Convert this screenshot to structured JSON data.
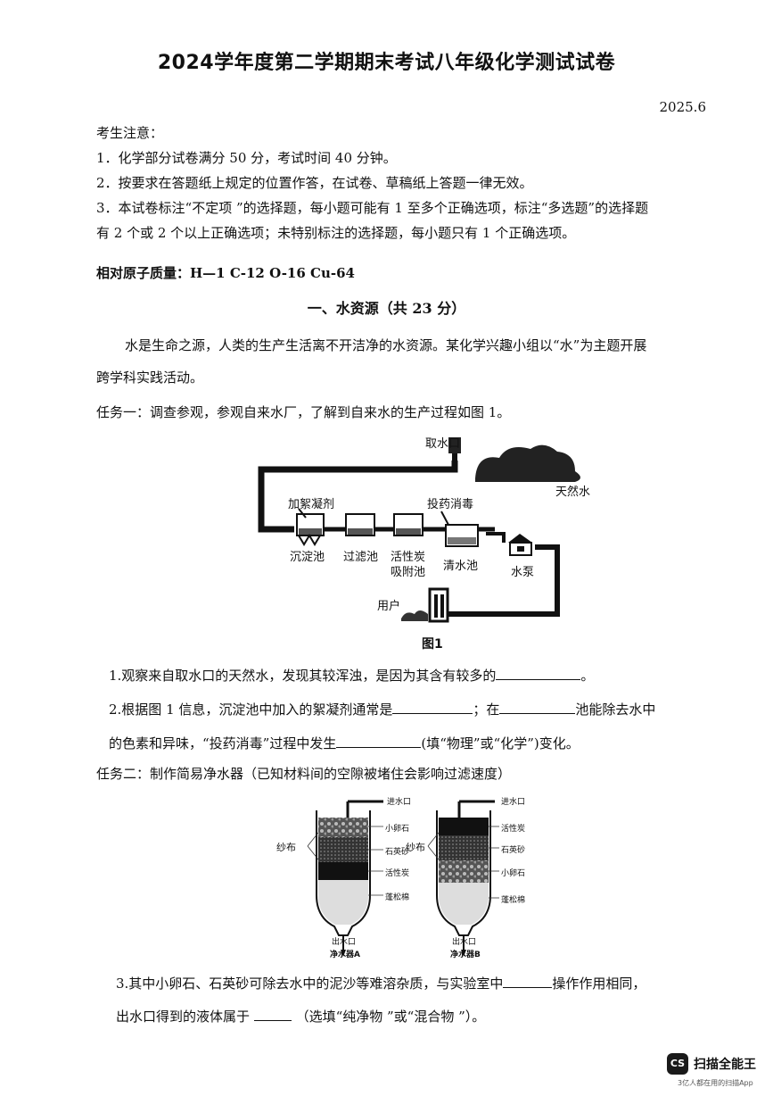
{
  "title": "2024学年度第二学期期末考试八年级化学测试试卷",
  "date": "2025.6",
  "notice": {
    "heading": "考生注意：",
    "items": [
      "1．化学部分试卷满分 50 分，考试时间 40 分钟。",
      "2．按要求在答题纸上规定的位置作答，在试卷、草稿纸上答题一律无效。",
      "3．本试卷标注“不定项 ”的选择题，每小题可能有 1 至多个正确选项，标注“多选题”的选择题",
      "有 2 个或 2 个以上正确选项；未特别标注的选择题，每小题只有  1  个正确选项。"
    ]
  },
  "atomic_mass": "相对原子质量：H—1    C-12     O-16   Cu-64",
  "section1": "一、水资源（共 23 分）",
  "intro": [
    "水是生命之源，人类的生产生活离不开洁净的水资源。某化学兴趣小组以“水”为主题开展",
    "跨学科实践活动。"
  ],
  "task1": "任务一：调查参观，参观自来水厂，了解到自来水的生产过程如图 1。",
  "fig1": {
    "caption": "图1",
    "labels": {
      "intake": "取水口",
      "natural_water": "天然水",
      "coagulant": "加絮凝剂",
      "disinfect": "投药消毒",
      "sediment": "沉淀池",
      "filter": "过滤池",
      "carbon1": "活性炭",
      "carbon2": "吸附池",
      "clear": "清水池",
      "pump": "水泵",
      "user": "用户"
    }
  },
  "q1": {
    "text": "1.观察来自取水口的天然水，发现其较浑浊，是因为其含有较多的",
    "end": "。"
  },
  "q2": {
    "part1": "2.根据图 1 信息，沉淀池中加入的絮凝剂通常是",
    "part2": "；在",
    "part3": "池能除去水中",
    "part4": "的色素和异味，“投药消毒”过程中发生",
    "part5": "(填“物理”或“化学”)变化。"
  },
  "task2": "任务二：制作简易净水器（已知材料间的空隙被堵住会影响过滤速度）",
  "fig2": {
    "left": {
      "inlet": "进水口",
      "cloth": "纱布",
      "layers": [
        "小卵石",
        "石英砂",
        "活性炭",
        "蓬松棉"
      ],
      "outlet": "出水口",
      "name": "净水器A"
    },
    "right": {
      "inlet": "进水口",
      "cloth": "纱布",
      "layers": [
        "活性炭",
        "石英砂",
        "小卵石",
        "蓬松棉"
      ],
      "outlet": "出水口",
      "name": "净水器B"
    }
  },
  "q3": {
    "part1": "3.其中小卵石、石英砂可除去水中的泥沙等难溶杂质，与实验室中",
    "part2": "操作作用相同，",
    "part3": "出水口得到的液体属于",
    "part4": "（选填“纯净物 ”或“混合物 ”）。"
  },
  "watermark": {
    "icon": "CS",
    "name": "扫描全能王",
    "tag": "3亿人都在用的扫描App"
  }
}
